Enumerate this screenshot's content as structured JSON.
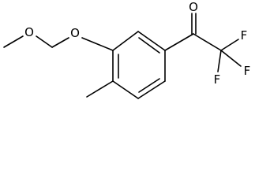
{
  "molecule": {
    "atoms": {
      "o_methoxy": "O",
      "o_ring": "O",
      "o_carbonyl": "O",
      "f_top": "F",
      "f_mid": "F",
      "f_bottom": "F"
    },
    "colors": {
      "bond": "#000000",
      "label": "#000000",
      "background": "#ffffff"
    }
  }
}
